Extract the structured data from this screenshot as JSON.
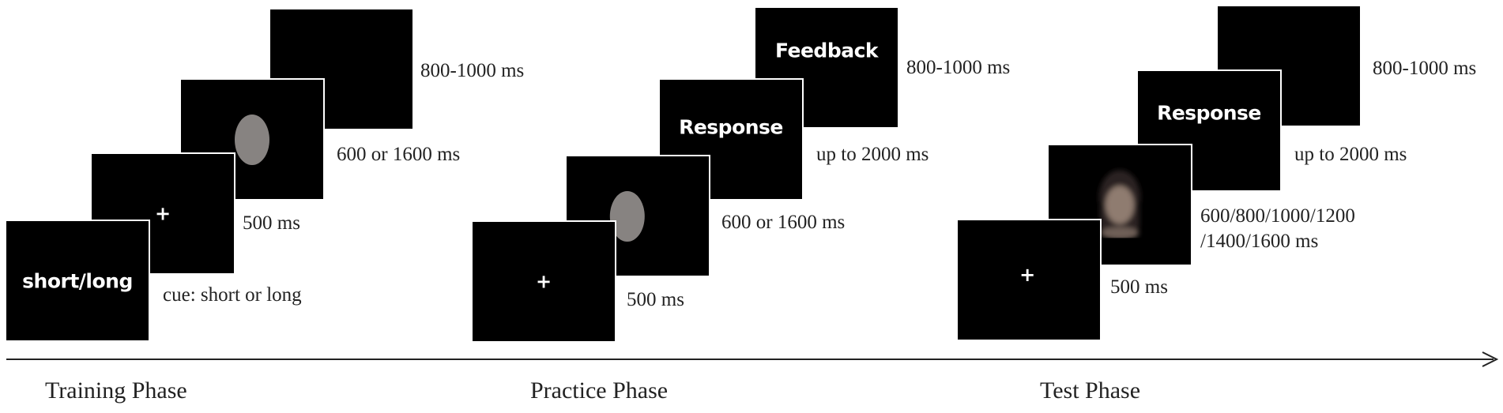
{
  "training": {
    "phase_label": "Training Phase",
    "screens": [
      {
        "content": "short/long"
      },
      {
        "content": "+"
      },
      {
        "content": "oval"
      },
      {
        "content": ""
      }
    ],
    "timings": [
      "cue: short or long",
      "500 ms",
      "600 or 1600 ms",
      "800-1000 ms"
    ]
  },
  "practice": {
    "phase_label": "Practice Phase",
    "screens": [
      {
        "content": "+"
      },
      {
        "content": "oval"
      },
      {
        "content": "Response"
      },
      {
        "content": "Feedback"
      }
    ],
    "timings": [
      "500 ms",
      "600 or 1600 ms",
      "up to 2000 ms",
      "800-1000 ms"
    ]
  },
  "test": {
    "phase_label": "Test Phase",
    "screens": [
      {
        "content": "+"
      },
      {
        "content": "face"
      },
      {
        "content": "Response"
      },
      {
        "content": ""
      }
    ],
    "timings": [
      "500 ms",
      "600/800/1000/1200",
      "/1400/1600 ms",
      "up to 2000 ms",
      "800-1000 ms"
    ]
  },
  "colors": {
    "screen_bg": "#000000",
    "screen_border": "#ffffff",
    "oval": "#878381",
    "text": "#222222"
  },
  "icons": {
    "oval": "gray-oval-stimulus",
    "face": "blurred-face-stimulus",
    "arrow": "timeline-arrow"
  }
}
